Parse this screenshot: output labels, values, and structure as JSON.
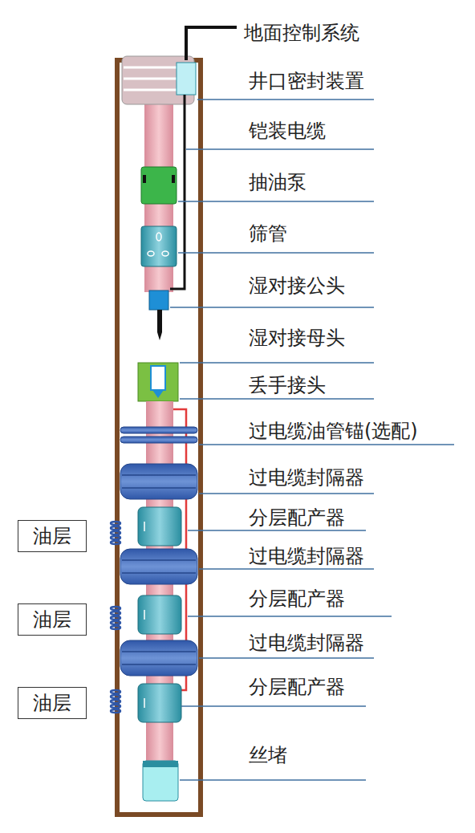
{
  "diagram": {
    "nodes": [
      {
        "text": [
          "油层"
        ]
      },
      {
        "text": [
          "油层"
        ]
      },
      {
        "text": [
          "油层"
        ]
      }
    ],
    "labels": [
      "地面控制系统",
      "井口密封装置",
      "铠装电缆",
      "抽油泵",
      "筛管",
      "湿对接公头",
      "湿对接母头",
      "丢手接头",
      "过电缆油管锚(选配)",
      "过电缆封隔器",
      "分层配产器",
      "过电缆封隔器",
      "分层配产器",
      "过电缆封隔器",
      "分层配产器",
      "丝堵"
    ]
  }
}
